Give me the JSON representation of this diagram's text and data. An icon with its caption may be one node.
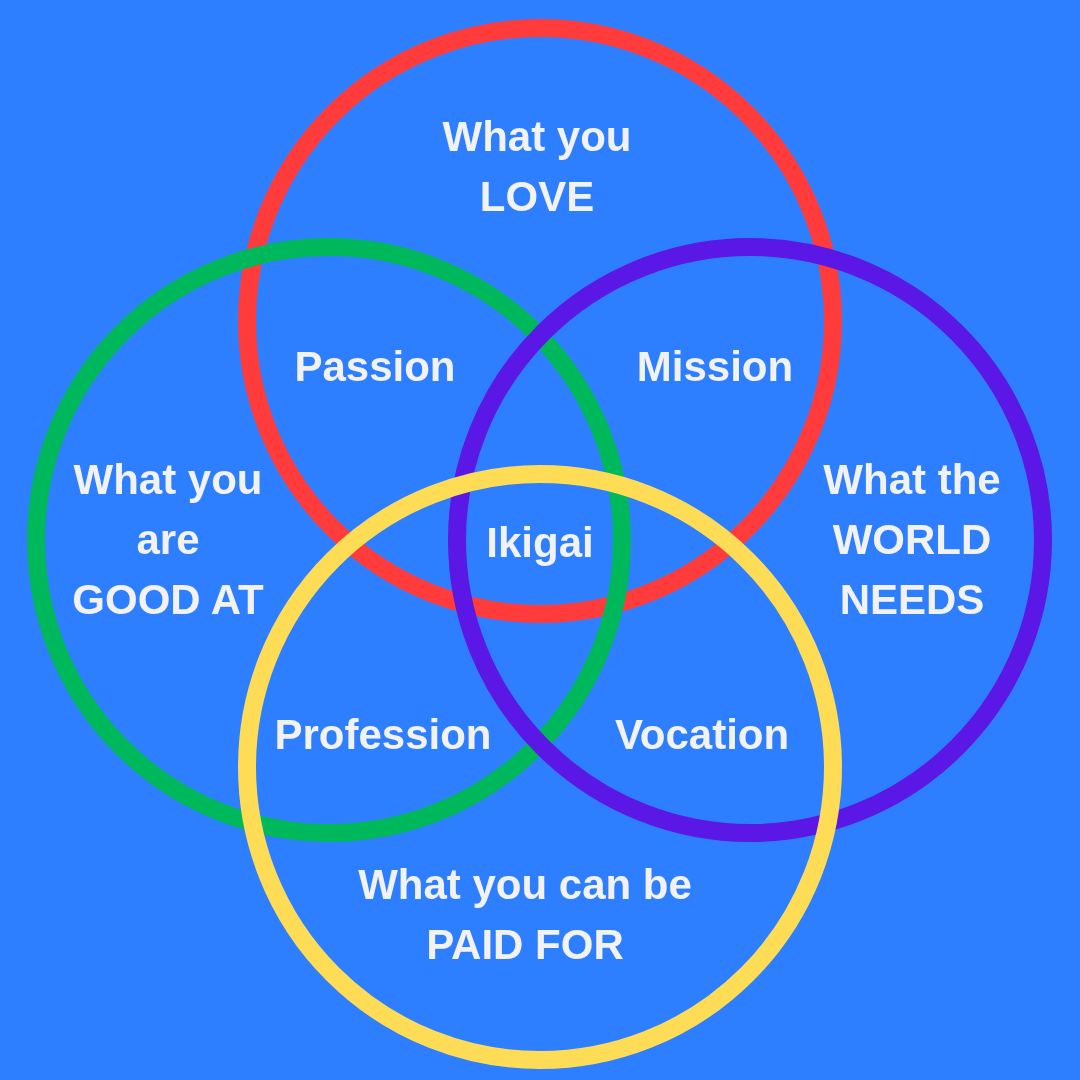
{
  "diagram": {
    "nodes": [
      {
        "text": [
          "What you LOVE"
        ]
      },
      {
        "text": [
          "What you are GOOD AT"
        ]
      },
      {
        "text": [
          "What the WORLD NEEDS"
        ]
      },
      {
        "text": [
          "What you can be PAID FOR"
        ]
      }
    ],
    "labels": [
      "Passion",
      "Mission",
      "Ikigai",
      "Profession",
      "Vocation"
    ]
  }
}
